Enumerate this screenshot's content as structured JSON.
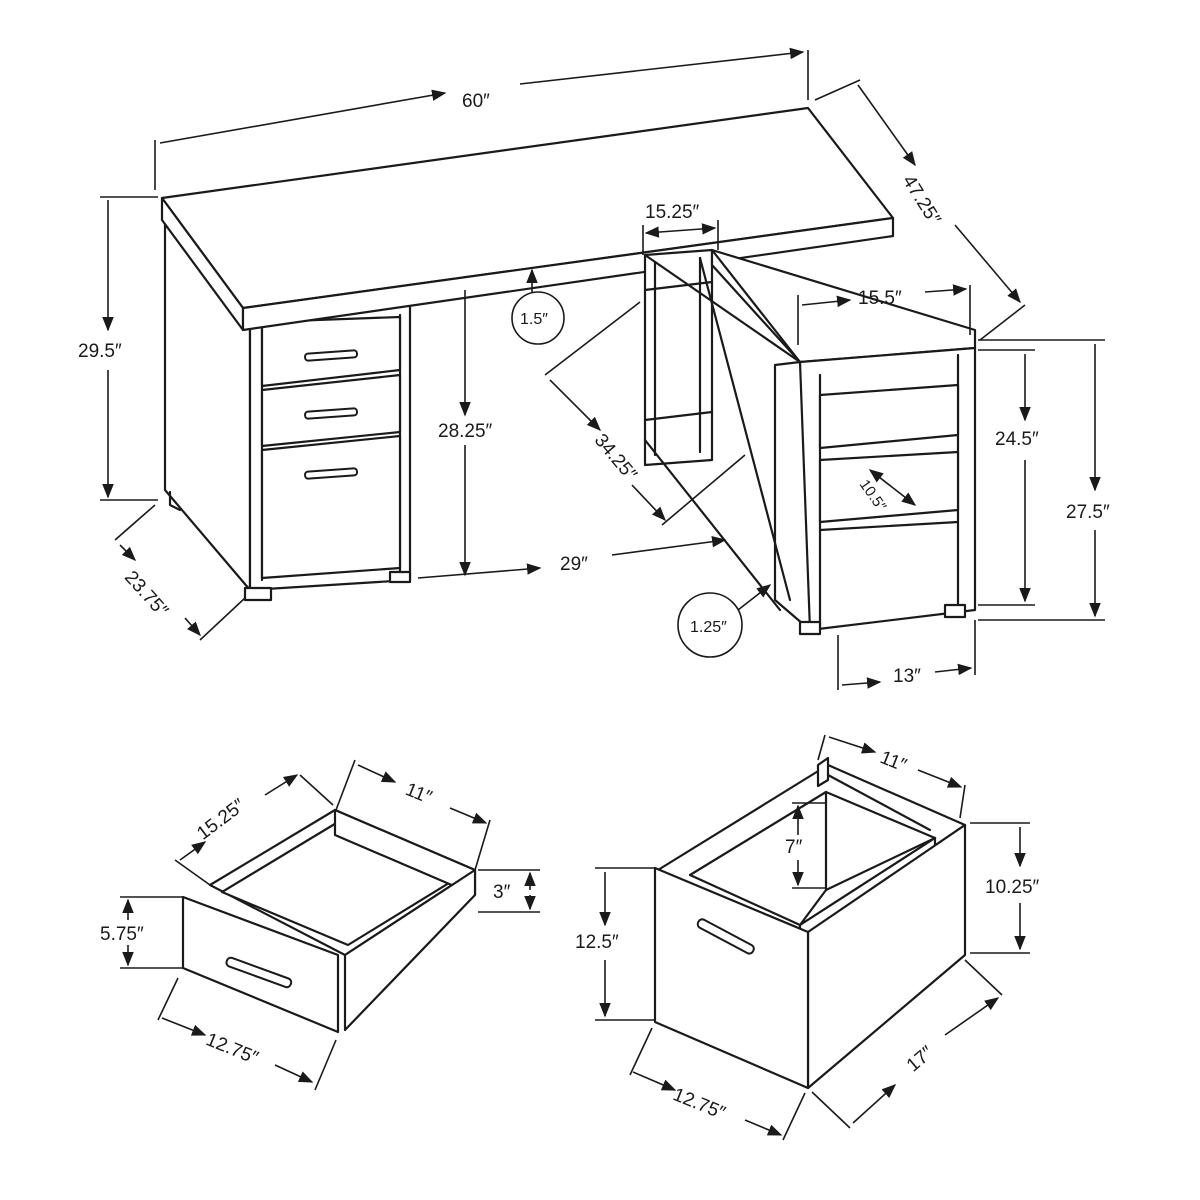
{
  "desk": {
    "width": "60″",
    "depth": "47.25″",
    "height": "29.5″",
    "cabinet_depth": "23.75″",
    "knee_height": "28.25″",
    "knee_width": "29″",
    "top_thickness": "1.5″",
    "return_length": "34.25″",
    "return_top_width": "15.25″",
    "shelf_unit_width": "15.5″",
    "shelf_unit_inner_height": "24.5″",
    "shelf_unit_height": "27.5″",
    "shelf_depth": "10.5″",
    "shelf_unit_base_width": "13″",
    "leg_thickness": "1.25″"
  },
  "small_drawer": {
    "width": "11″",
    "depth": "15.25″",
    "side_height": "3″",
    "front_height": "5.75″",
    "front_width": "12.75″"
  },
  "file_drawer": {
    "width": "11″",
    "inner_height": "7″",
    "side_height": "10.25″",
    "front_height": "12.5″",
    "front_width": "12.75″",
    "depth": "17″"
  }
}
